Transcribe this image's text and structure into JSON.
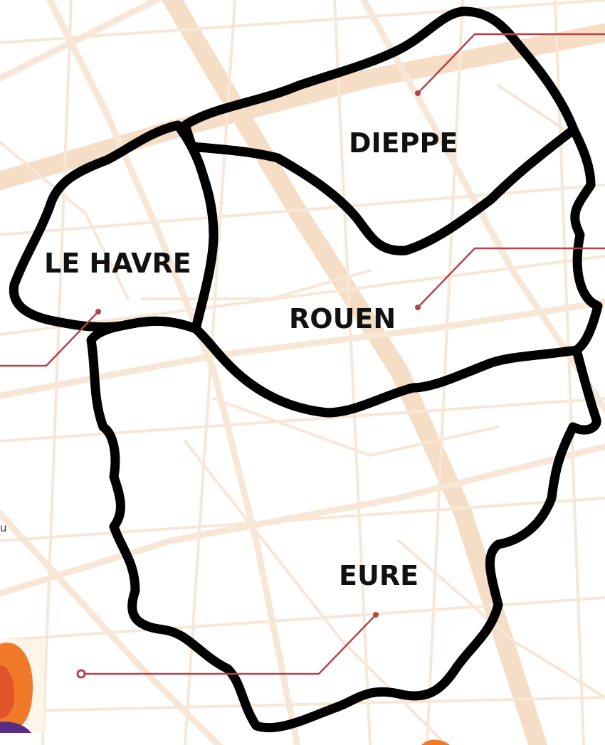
{
  "map": {
    "regions": [
      {
        "id": "dieppe",
        "label": "DIEPPE"
      },
      {
        "id": "le-havre",
        "label": "LE HAVRE"
      },
      {
        "id": "rouen",
        "label": "ROUEN"
      },
      {
        "id": "eure",
        "label": "EURE"
      }
    ],
    "edge_text": "u"
  },
  "colors": {
    "background": "#ffffff",
    "streets": "#f8e7d6",
    "major_roads": "#f6ddc6",
    "borders": "#000000",
    "callout_lines": "#b5434a",
    "avatar_orange": "#f07a2a",
    "avatar_purple": "#5a2d82"
  }
}
